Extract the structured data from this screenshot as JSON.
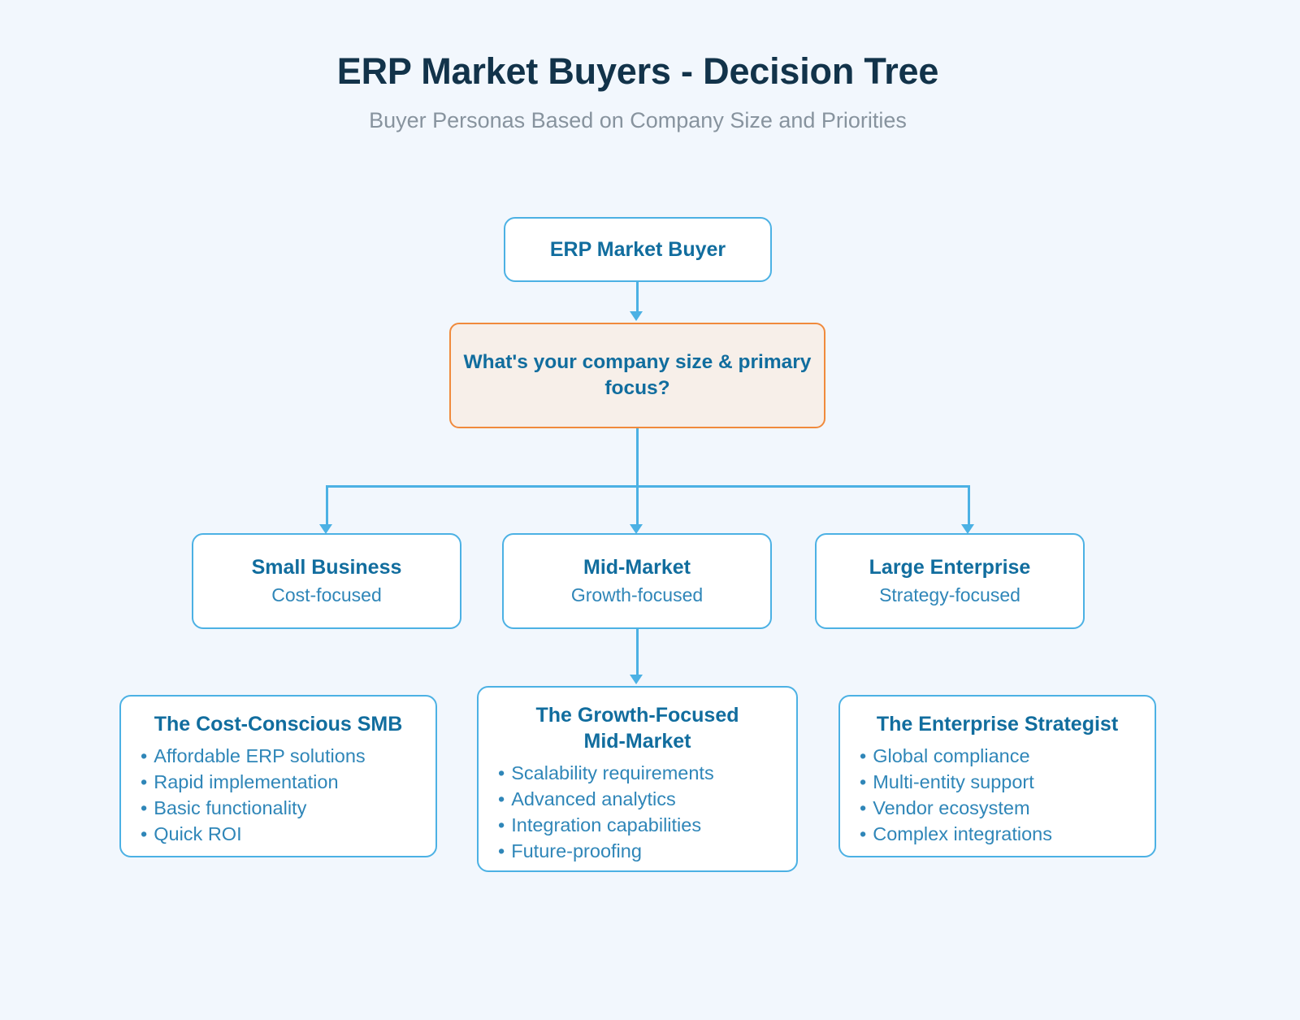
{
  "header": {
    "title": "ERP Market Buyers - Decision Tree",
    "subtitle": "Buyer Personas Based on Company Size and Priorities"
  },
  "colors": {
    "background": "#f2f7fd",
    "node_border": "#4cb1e4",
    "node_fill": "#ffffff",
    "decision_border": "#f08a3c",
    "decision_fill": "#f7efe9",
    "title_text": "#12334a",
    "subtitle_text": "#87939e",
    "heading_text": "#116d9e",
    "body_text": "#2f86b8",
    "connector": "#4cb1e4"
  },
  "diagram": {
    "type": "decision-tree",
    "root": {
      "label": "ERP Market Buyer"
    },
    "decision": {
      "label": "What's your company size & primary focus?"
    },
    "branches": [
      {
        "title": "Small Business",
        "subtitle": "Cost-focused"
      },
      {
        "title": "Mid-Market",
        "subtitle": "Growth-focused"
      },
      {
        "title": "Large Enterprise",
        "subtitle": "Strategy-focused"
      }
    ],
    "personas": [
      {
        "title": "The Cost-Conscious SMB",
        "items": [
          "Affordable ERP solutions",
          "Rapid implementation",
          "Basic functionality",
          "Quick ROI"
        ]
      },
      {
        "title": "The Growth-Focused\nMid-Market",
        "items": [
          "Scalability requirements",
          "Advanced analytics",
          "Integration capabilities",
          "Future-proofing"
        ]
      },
      {
        "title": "The Enterprise Strategist",
        "items": [
          "Global compliance",
          "Multi-entity support",
          "Vendor ecosystem",
          "Complex integrations"
        ]
      }
    ]
  }
}
